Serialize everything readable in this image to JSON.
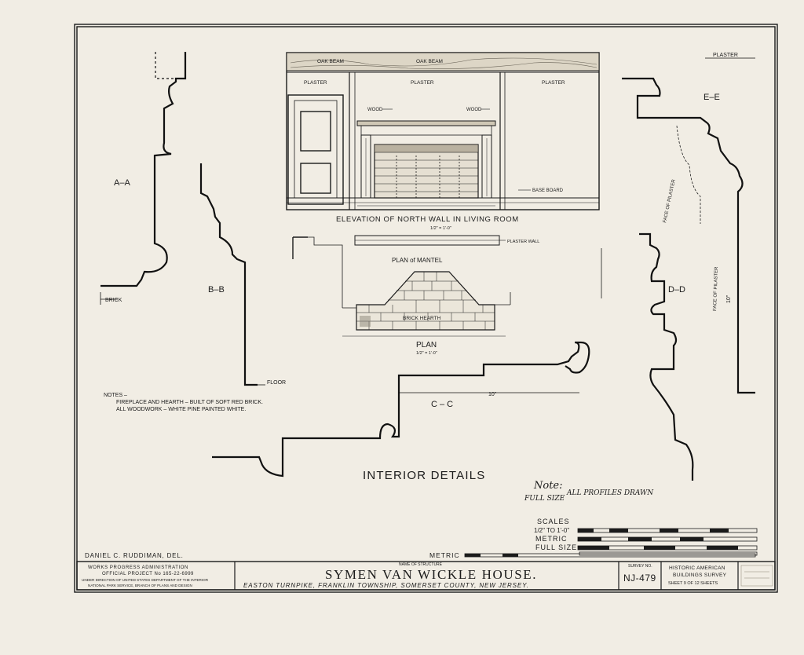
{
  "sections": {
    "aa": "A–A",
    "bb": "B–B",
    "cc": "C – C",
    "dd": "D–D",
    "ee": "E–E"
  },
  "labels": {
    "brick": "BRICK",
    "floor": "FLOOR",
    "plaster": "PLASTER",
    "face_of_pilaster_upper": "FACE OF PILASTER",
    "face_of_pilaster_lower": "FACE OF PILASTER",
    "ten_in": "10\"",
    "ten_in_dd": "10\""
  },
  "elevation": {
    "oak_beam_left": "OAK BEAM",
    "oak_beam_center": "OAK BEAM",
    "plaster_left": "PLASTER",
    "plaster_center": "PLASTER",
    "plaster_right": "PLASTER",
    "wood_left": "WOOD",
    "wood_right": "WOOD",
    "base_board": "BASE BOARD",
    "title": "ELEVATION OF NORTH WALL IN LIVING ROOM",
    "scale": "1/2\" = 1'-0\""
  },
  "plan": {
    "plaster_wall": "PLASTER WALL",
    "plan_of_mantel": "PLAN of MANTEL",
    "brick_hearth": "BRICK HEARTH",
    "title": "PLAN",
    "scale": "1/2\" = 1'-0\""
  },
  "notes": {
    "heading": "NOTES –",
    "line1": "FIREPLACE AND HEARTH – BUILT OF SOFT RED BRICK.",
    "line2": "ALL WOODWORK – WHITE PINE PAINTED WHITE.",
    "hand1": "Note:",
    "hand2": "ALL PROFILES DRAWN",
    "hand3": "FULL SIZE"
  },
  "main_title": "INTERIOR DETAILS",
  "scales": {
    "heading": "SCALES",
    "half_inch": "1/2\" TO 1'-0\"",
    "metric": "METRIC",
    "full_size": "FULL SIZE",
    "metric_bottom": "METRIC"
  },
  "delineator": "DANIEL C. RUDDIMAN, DEL.",
  "title_block": {
    "wpa1": "WORKS PROGRESS ADMINISTRATION",
    "wpa2": "OFFICIAL PROJECT No 165-22-6999",
    "wpa3": "UNDER DIRECTION OF UNITED STATES DEPARTMENT OF THE INTERIOR",
    "wpa4": "NATIONAL PARK SERVICE, BRANCH OF PLANS AND DESIGN",
    "name_caption": "NAME OF STRUCTURE",
    "structure": "SYMEN VAN WICKLE HOUSE.",
    "location": "EASTON TURNPIKE, FRANKLIN TOWNSHIP, SOMERSET COUNTY, NEW JERSEY.",
    "survey_caption": "SURVEY NO.",
    "survey_no": "NJ-479",
    "habs1": "HISTORIC AMERICAN",
    "habs2": "BUILDINGS SURVEY",
    "sheet": "SHEET 9 OF 12 SHEETS"
  }
}
